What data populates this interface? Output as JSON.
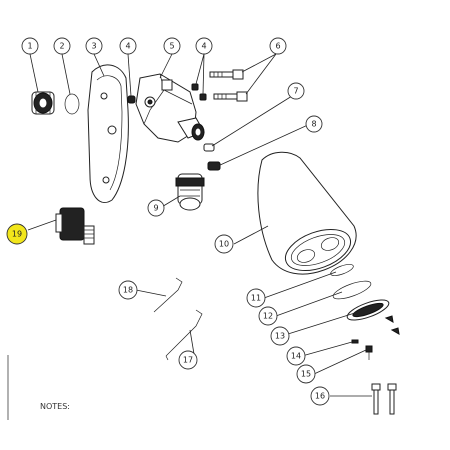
{
  "callouts": [
    "1",
    "2",
    "3",
    "4",
    "4",
    "5",
    "6",
    "7",
    "8",
    "9",
    "10",
    "11",
    "12",
    "13",
    "14",
    "15",
    "16",
    "17",
    "18",
    "19"
  ],
  "notes_label": "NOTES:",
  "colors": {
    "highlight": "#f2e61b",
    "ink": "#222222"
  }
}
